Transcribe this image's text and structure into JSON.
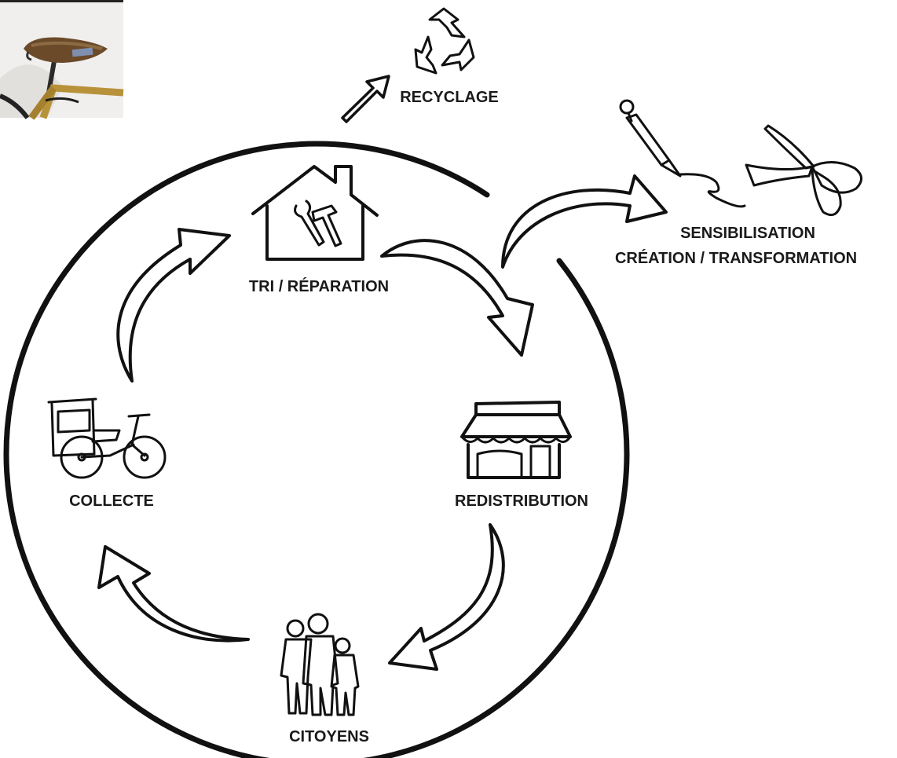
{
  "nodes": {
    "recyclage": "RECYCLAGE",
    "tri_reparation": "TRI / RÉPARATION",
    "sensibilisation": "SENSIBILISATION",
    "creation_transformation": "CRÉATION / TRANSFORMATION",
    "redistribution": "REDISTRIBUTION",
    "citoyens": "CITOYENS",
    "collecte": "COLLECTE"
  },
  "icons": {
    "recyclage": "recycle-icon",
    "tri_reparation": "workshop-house-icon",
    "sensibilisation": "pen-and-scissors-icon",
    "redistribution": "shop-icon",
    "citoyens": "people-icon",
    "collecte": "cargo-bike-icon"
  },
  "photo": "bicycle-saddle-photo",
  "colors": {
    "ink": "#111111",
    "background": "#ffffff"
  }
}
